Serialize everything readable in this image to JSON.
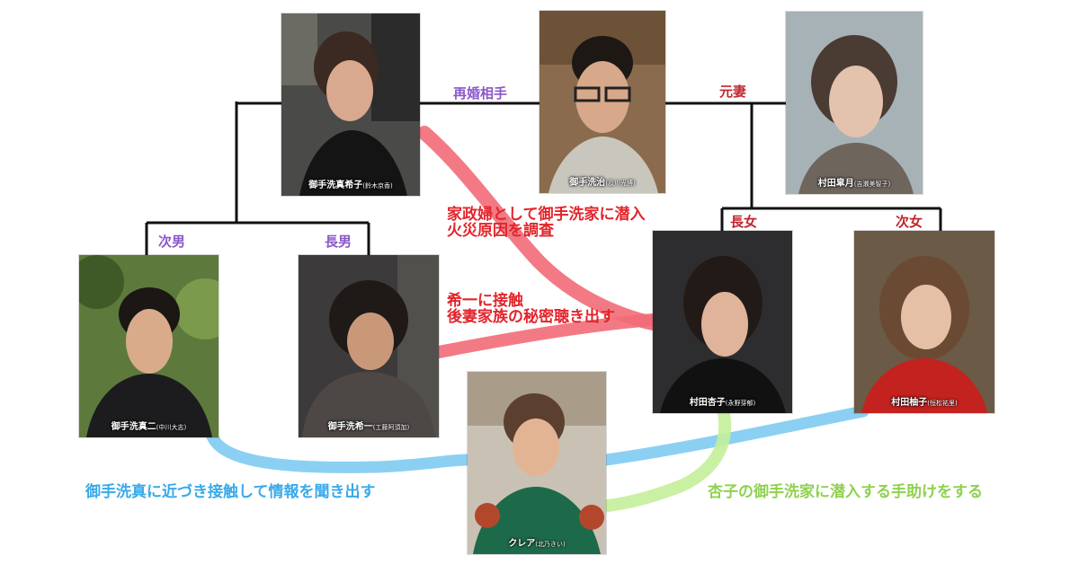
{
  "colors": {
    "relation_purple": "#8b58c9",
    "relation_red": "#c0262d",
    "note_red": "#e3242b",
    "note_blue": "#39a9ea",
    "note_green": "#8fd14f",
    "stroke_pink": "#f26b77",
    "stroke_blue": "#7ecbf2",
    "stroke_green": "#c4ee9a",
    "line_black": "#111111"
  },
  "people": {
    "makiko": {
      "name": "御手洗真希子",
      "actor": "(鈴木京香)"
    },
    "koji": {
      "name": "御手洗治",
      "actor": "(及川光博)"
    },
    "satsuki": {
      "name": "村田皐月",
      "actor": "(吉瀬美智子)"
    },
    "shinji": {
      "name": "御手洗真二",
      "actor": "(中川大志)"
    },
    "kiichi": {
      "name": "御手洗希一",
      "actor": "(工藤阿須加)"
    },
    "kyoko": {
      "name": "村田杏子",
      "actor": "(永野芽郁)"
    },
    "yuzuko": {
      "name": "村田柚子",
      "actor": "(恒松祐里)"
    },
    "claire": {
      "name": "クレア",
      "actor": "(北乃きい)"
    }
  },
  "relations": {
    "remarriage": "再婚相手",
    "ex_wife": "元妻",
    "second_son": "次男",
    "eldest_son": "長男",
    "eldest_daughter": "長女",
    "second_daughter": "次女"
  },
  "notes": {
    "housekeeper": [
      "家政婦として御手洗家に潜入",
      "火災原因を調査"
    ],
    "kiichi_contact": [
      "希一に接触",
      "後妻家族の秘密聴き出す"
    ],
    "shinji_contact": "御手洗真に近づき接触して情報を聞き出す",
    "help": "杏子の御手洗家に潜入する手助けをする"
  }
}
